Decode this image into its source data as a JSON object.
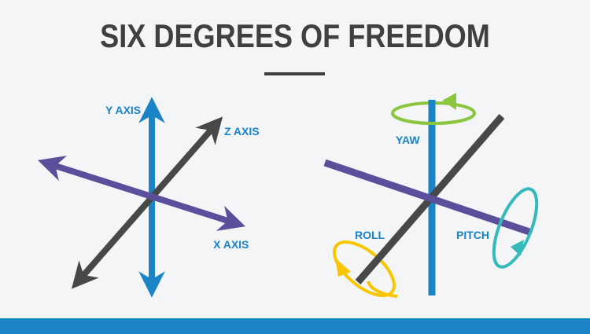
{
  "title": "SIX DEGREES OF FREEDOM",
  "left_diagram": {
    "y_axis_label": "Y AXIS",
    "z_axis_label": "Z AXIS",
    "x_axis_label": "X AXIS"
  },
  "right_diagram": {
    "yaw_label": "YAW",
    "roll_label": "ROLL",
    "pitch_label": "PITCH"
  },
  "colors": {
    "title": "#3f4041",
    "blue_axis": "#1b84c6",
    "dark_axis": "#474848",
    "purple_axis": "#5b4e9a",
    "yaw_ring": "#8cc63f",
    "roll_ring": "#f7c600",
    "pitch_ring": "#36b9ba",
    "footer": "#1b84c6",
    "background": "#f4f5f7"
  }
}
